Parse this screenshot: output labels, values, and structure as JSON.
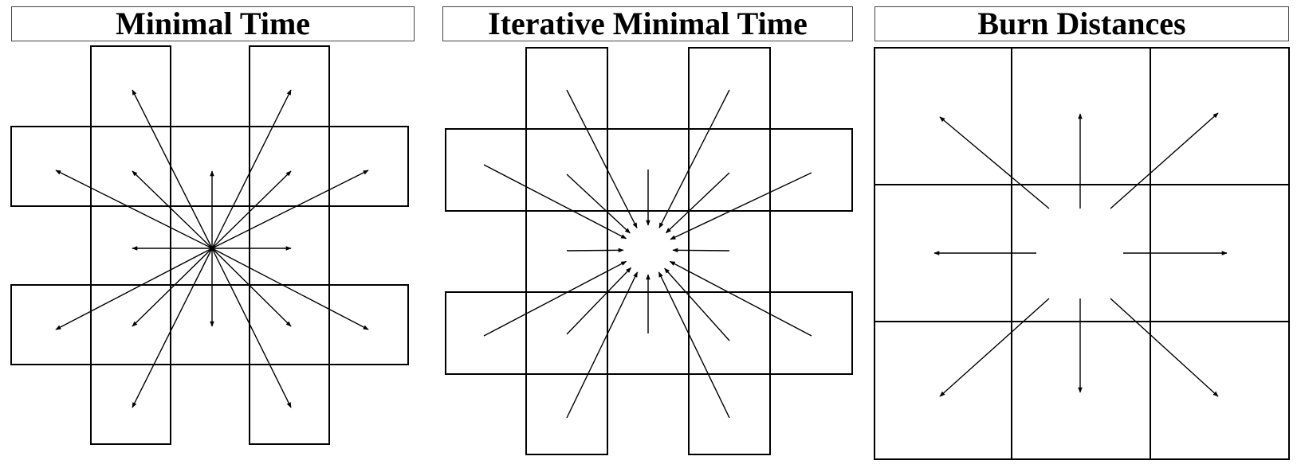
{
  "panels": [
    {
      "title": "Minimal Time"
    },
    {
      "title": "Iterative Minimal Time"
    },
    {
      "title": "Burn Distances"
    }
  ],
  "colors": {
    "line": "#000000",
    "box_border": "#444444",
    "background": "#ffffff"
  }
}
